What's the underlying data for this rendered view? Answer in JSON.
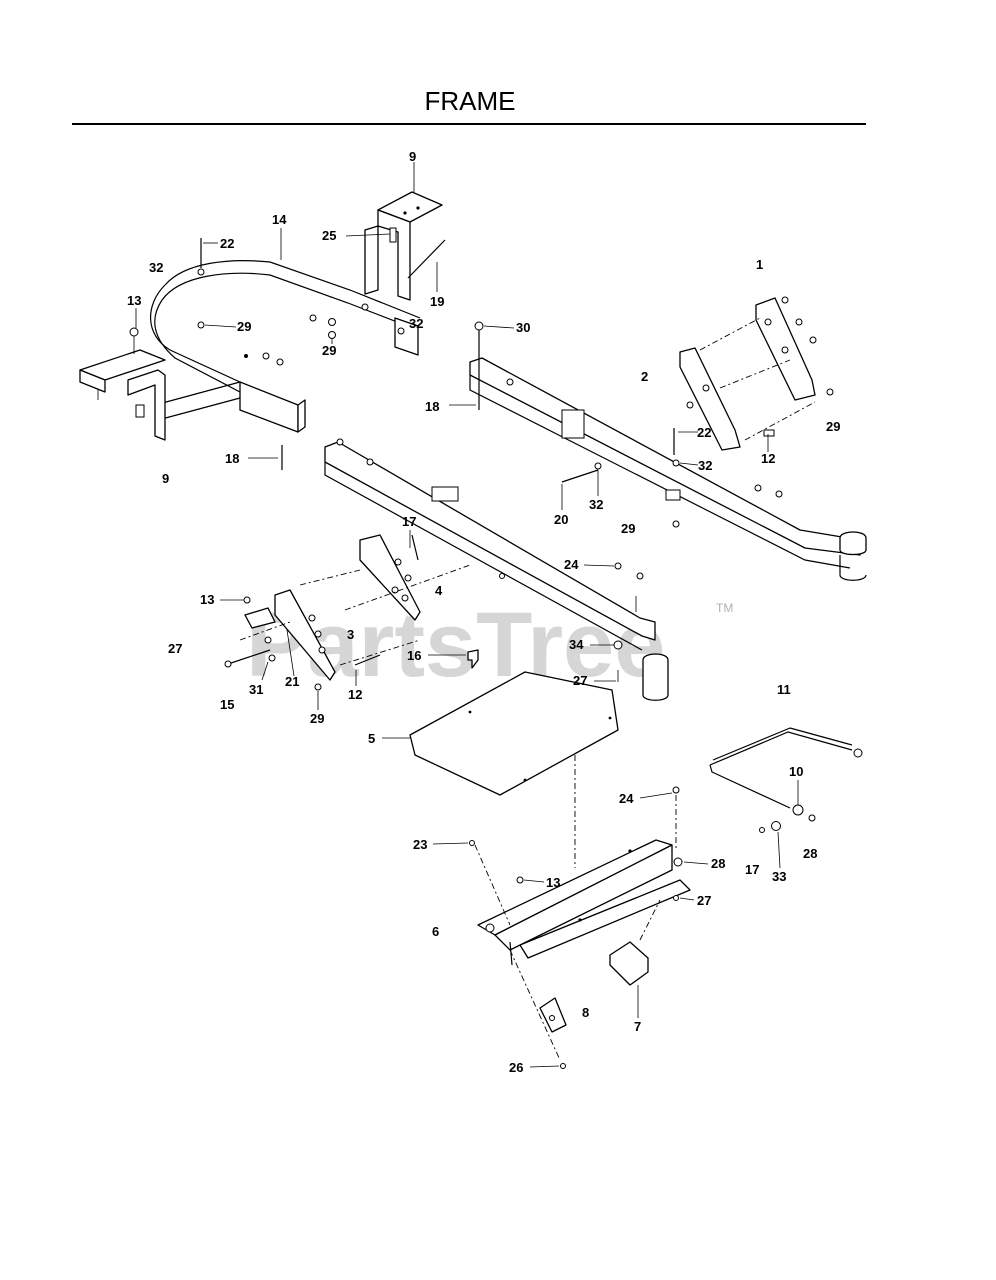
{
  "title": "FRAME",
  "watermark": {
    "text": "PartsTree",
    "tm": "TM"
  },
  "callouts": [
    {
      "id": "c9a",
      "text": "9"
    },
    {
      "id": "c14",
      "text": "14"
    },
    {
      "id": "c22a",
      "text": "22"
    },
    {
      "id": "c25",
      "text": "25"
    },
    {
      "id": "c32a",
      "text": "32"
    },
    {
      "id": "c13a",
      "text": "13"
    },
    {
      "id": "c19",
      "text": "19"
    },
    {
      "id": "c1",
      "text": "1"
    },
    {
      "id": "c29a",
      "text": "29"
    },
    {
      "id": "c32b",
      "text": "32"
    },
    {
      "id": "c30",
      "text": "30"
    },
    {
      "id": "c29b",
      "text": "29"
    },
    {
      "id": "c2",
      "text": "2"
    },
    {
      "id": "c18a",
      "text": "18"
    },
    {
      "id": "c22b",
      "text": "22"
    },
    {
      "id": "c29c",
      "text": "29"
    },
    {
      "id": "c32c",
      "text": "32"
    },
    {
      "id": "c12a",
      "text": "12"
    },
    {
      "id": "c18b",
      "text": "18"
    },
    {
      "id": "c9b",
      "text": "9"
    },
    {
      "id": "c32d",
      "text": "32"
    },
    {
      "id": "c20",
      "text": "20"
    },
    {
      "id": "c29d",
      "text": "29"
    },
    {
      "id": "c17a",
      "text": "17"
    },
    {
      "id": "c24a",
      "text": "24"
    },
    {
      "id": "c4",
      "text": "4"
    },
    {
      "id": "c13b",
      "text": "13"
    },
    {
      "id": "c3",
      "text": "3"
    },
    {
      "id": "c27a",
      "text": "27"
    },
    {
      "id": "c16",
      "text": "16"
    },
    {
      "id": "c34",
      "text": "34"
    },
    {
      "id": "c27b",
      "text": "27"
    },
    {
      "id": "c31",
      "text": "31"
    },
    {
      "id": "c21",
      "text": "21"
    },
    {
      "id": "c12b",
      "text": "12"
    },
    {
      "id": "c11",
      "text": "11"
    },
    {
      "id": "c15",
      "text": "15"
    },
    {
      "id": "c29e",
      "text": "29"
    },
    {
      "id": "c5",
      "text": "5"
    },
    {
      "id": "c10",
      "text": "10"
    },
    {
      "id": "c24b",
      "text": "24"
    },
    {
      "id": "c23",
      "text": "23"
    },
    {
      "id": "c28a",
      "text": "28"
    },
    {
      "id": "c28b",
      "text": "28"
    },
    {
      "id": "c13c",
      "text": "13"
    },
    {
      "id": "c17b",
      "text": "17"
    },
    {
      "id": "c33",
      "text": "33"
    },
    {
      "id": "c27c",
      "text": "27"
    },
    {
      "id": "c6",
      "text": "6"
    },
    {
      "id": "c8",
      "text": "8"
    },
    {
      "id": "c7",
      "text": "7"
    },
    {
      "id": "c26",
      "text": "26"
    }
  ]
}
